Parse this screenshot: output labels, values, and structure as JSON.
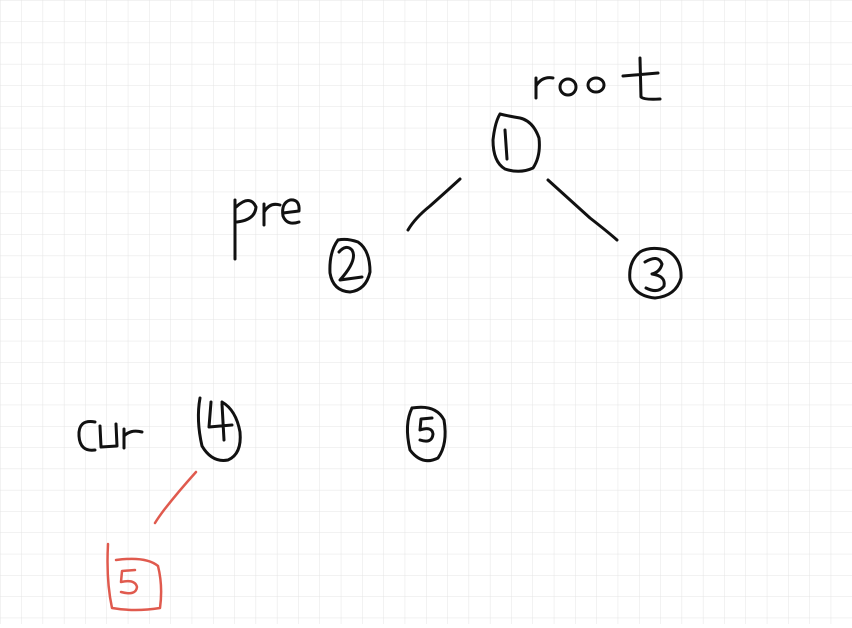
{
  "diagram": {
    "labels": {
      "root": "root",
      "pre": "pre",
      "cur": "cur"
    },
    "nodes": [
      {
        "id": "node-1",
        "value": "1"
      },
      {
        "id": "node-2",
        "value": "2"
      },
      {
        "id": "node-3",
        "value": "3"
      },
      {
        "id": "node-4",
        "value": "4"
      },
      {
        "id": "node-5",
        "value": "5"
      },
      {
        "id": "node-5-red",
        "value": "5"
      }
    ],
    "colors": {
      "ink": "#111111",
      "highlight": "#e05a4e",
      "grid": "#e4e4e4",
      "background": "#ffffff"
    }
  }
}
